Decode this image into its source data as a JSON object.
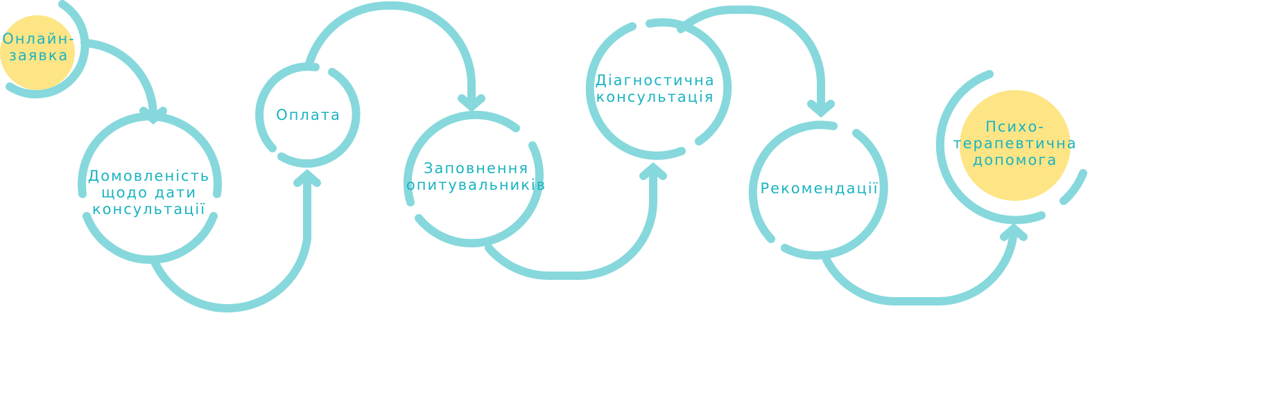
{
  "colors": {
    "stroke": "#86d8dc",
    "text": "#1ab3c0",
    "highlight": "#fde585"
  },
  "steps": [
    {
      "lines": [
        "Онлайн-",
        "заявка"
      ]
    },
    {
      "lines": [
        "Домовленість",
        "щодо дати",
        "консультації"
      ]
    },
    {
      "lines": [
        "Оплата"
      ]
    },
    {
      "lines": [
        "Заповнення",
        "опитувальників"
      ]
    },
    {
      "lines": [
        "Діагностична",
        "консультація"
      ]
    },
    {
      "lines": [
        "Рекомендації"
      ]
    },
    {
      "lines": [
        "Психо-",
        "терапевтична",
        "допомога"
      ]
    }
  ]
}
